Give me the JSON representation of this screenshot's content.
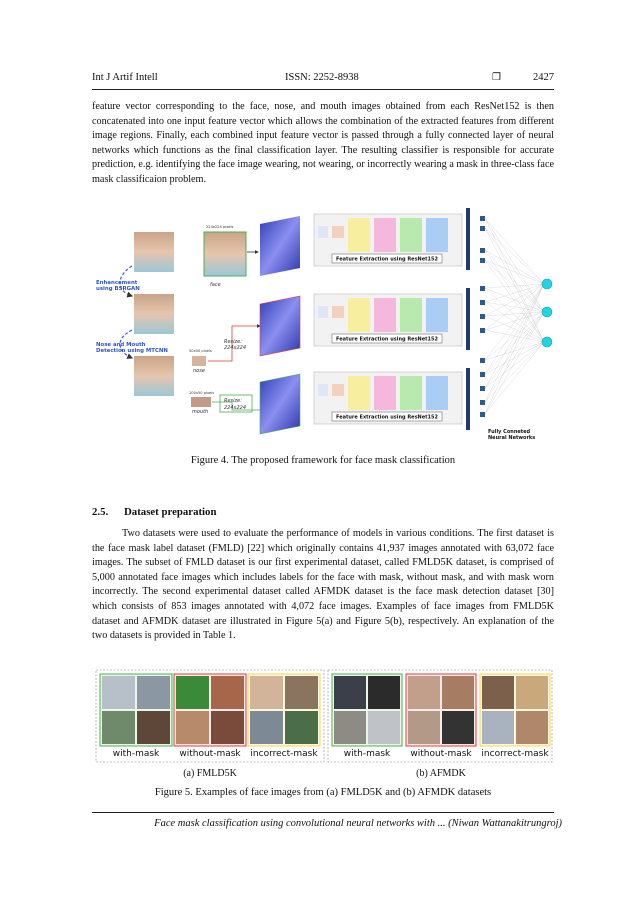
{
  "header": {
    "journal": "Int J Artif Intell",
    "issn": "ISSN: 2252-8938",
    "square": "❒",
    "page": "2427"
  },
  "paragraph1": "feature vector corresponding to the face, nose, and mouth images obtained from each ResNet152 is then concatenated into one input feature vector which allows the combination of the extracted features from different image regions. Finally, each combined input feature vector is passed through a fully connected layer of neural networks which functions as the final classification layer. The resulting classifier is responsible for accurate prediction, e.g. identifying the face image wearing, not wearing, or incorrectly wearing a mask in three-class face mask classificaion problem.",
  "figure4": {
    "enhancement_label_1": "Enhancement",
    "enhancement_label_2": "using BSRGAN",
    "detection_label_1": "Nose and Mouth",
    "detection_label_2": "Detection  using MTCNN",
    "face_size": "224x224 pixels",
    "face_label": "face",
    "nose_size": "50x50 pixels",
    "nose_label": "nose",
    "mouth_size": "100x50 pixels",
    "mouth_label": "mouth",
    "resize_1": "Resize:",
    "resize_2": "224x224",
    "feature_extraction": "Feature Extraction using ResNet152",
    "fc_label_1": "Fully Conneted",
    "fc_label_2": "Neural Networks",
    "caption": "Figure 4. The proposed framework for face mask classification"
  },
  "section": {
    "number": "2.5.",
    "title": "Dataset preparation"
  },
  "paragraph2": "Two datasets were used to evaluate the performance of models in various conditions. The first dataset is the face mask label dataset (FMLD) [22] which originally contains 41,937 images annotated with 63,072 face images. The subset of FMLD dataset is our first experimental dataset, called FMLD5K dataset, is comprised of 5,000 annotated face images which includes labels for the face with mask, without mask, and with mask worn incorrectly. The second experimental dataset called AFMDK dataset is the face mask detection dataset [30] which consists of 853 images annotated with 4,072 face images. Examples of face images from FMLD5K dataset and AFMDK dataset are illustrated in Figure 5(a) and Figure 5(b), respectively. An explanation of the two datasets is provided in Table 1.",
  "figure5": {
    "left_labels": [
      "with-mask",
      "without-mask",
      "incorrect-mask"
    ],
    "right_labels": [
      "with-mask",
      "without-mask",
      "incorrect-mask"
    ],
    "sub_a": "(a) FMLD5K",
    "sub_b": "(b) AFMDK",
    "caption": "Figure 5. Examples of face images from (a) FMLD5K and (b) AFMDK datasets",
    "colors": {
      "with": "#4caf50",
      "without": "#e53935",
      "incorrect": "#f2d94e"
    }
  },
  "footer": "Face mask classification using convolutional neural networks with ... (Niwan Wattanakitrungroj)"
}
